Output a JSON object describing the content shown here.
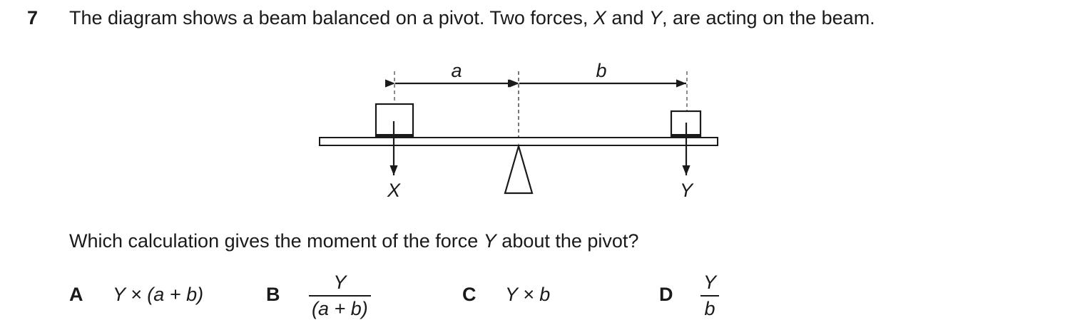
{
  "question_number": "7",
  "stem": {
    "part1": "The diagram shows a beam balanced on a pivot. Two forces, ",
    "x": "X",
    "part2": " and ",
    "y": "Y",
    "part3": ", are acting on the beam."
  },
  "diagram": {
    "label_a": "a",
    "label_b": "b",
    "label_x": "X",
    "label_y": "Y"
  },
  "question": {
    "part1": "Which calculation gives the moment of the force ",
    "y": "Y",
    "part2": " about the pivot?"
  },
  "options": {
    "A": {
      "letter": "A",
      "expr": "Y × (a + b)"
    },
    "B": {
      "letter": "B",
      "numerator": "Y",
      "denominator": "(a + b)"
    },
    "C": {
      "letter": "C",
      "expr": "Y × b"
    },
    "D": {
      "letter": "D",
      "numerator": "Y",
      "denominator": "b"
    }
  }
}
